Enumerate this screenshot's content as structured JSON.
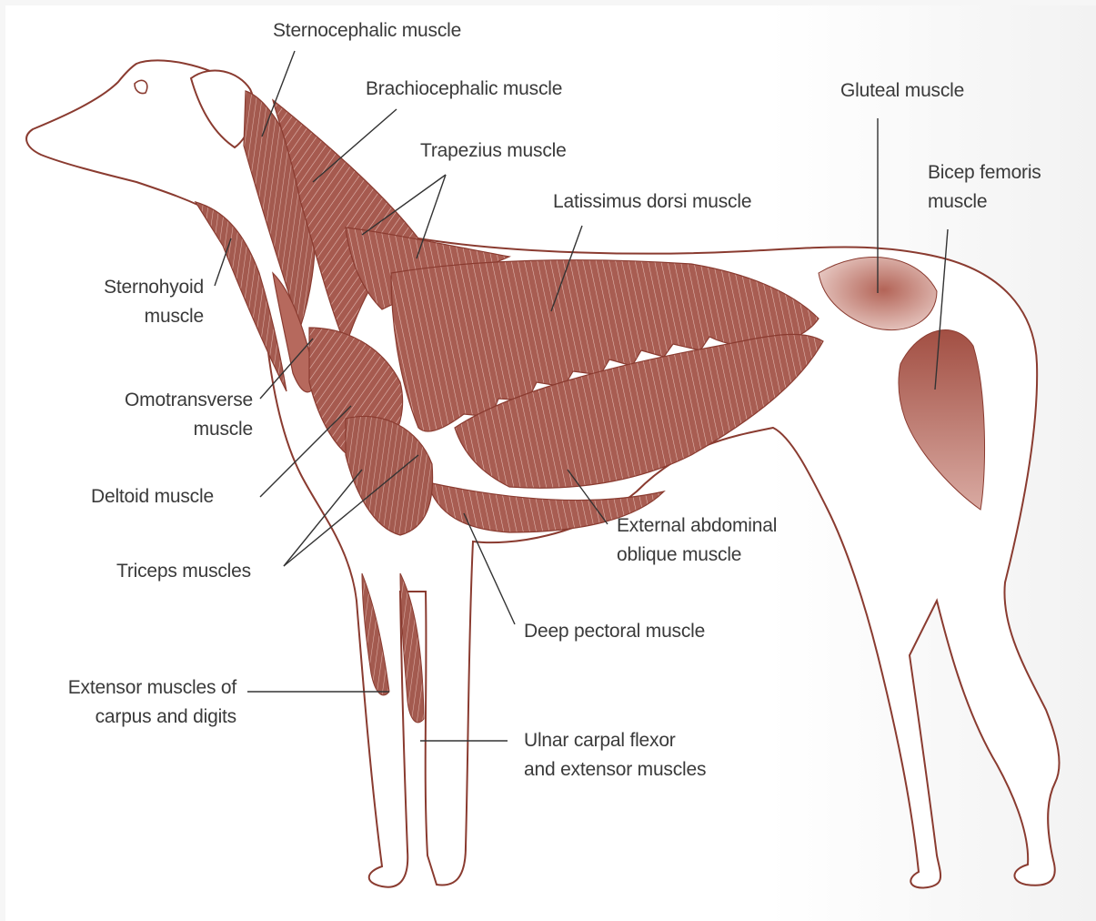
{
  "labels": {
    "sternocephalic": [
      "Sternocephalic muscle"
    ],
    "brachiocephalic": [
      "Brachiocephalic muscle"
    ],
    "trapezius": [
      "Trapezius muscle"
    ],
    "latissimus": [
      "Latissimus dorsi muscle"
    ],
    "gluteal": [
      "Gluteal muscle"
    ],
    "bicep_femoris": [
      "Bicep femoris",
      "muscle"
    ],
    "sternohyoid": [
      "Sternohyoid",
      "muscle"
    ],
    "omotransverse": [
      "Omotransverse",
      "muscle"
    ],
    "deltoid": [
      "Deltoid muscle"
    ],
    "triceps": [
      "Triceps muscles"
    ],
    "external_oblique": [
      "External abdominal",
      "oblique muscle"
    ],
    "deep_pectoral": [
      "Deep pectoral muscle"
    ],
    "extensor_carpus": [
      "Extensor muscles of",
      "carpus and digits"
    ],
    "ulnar_carpal": [
      "Ulnar carpal flexor",
      "and extensor muscles"
    ]
  },
  "colors": {
    "muscle": "#a65a4f",
    "muscle_light": "#c98c82",
    "outline": "#8a3b30",
    "leader": "#333333",
    "text": "#3a3a3a"
  }
}
